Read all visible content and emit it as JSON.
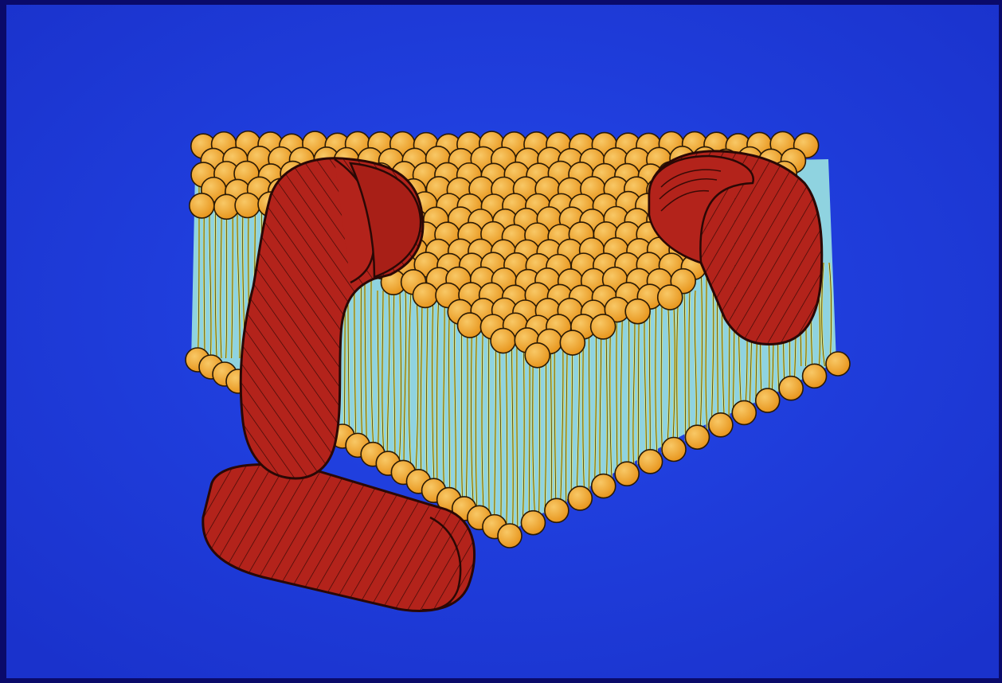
{
  "diagram": {
    "subject": "membrane",
    "colors": {
      "frame": "#0a0a6a",
      "background": "#1f3ee0",
      "background_edge": "#1a30c8",
      "lipid_head": "#f2a52c",
      "lipid_head_highlight": "#f7c25a",
      "lipid_head_outline": "#2a1a05",
      "lipid_tail": "#e8e060",
      "tail_region": "#8fd3e0",
      "protein_fill": "#b3231b",
      "protein_shade": "#8c1a14",
      "protein_outline": "#2a0805"
    },
    "components": [
      {
        "id": "upper-leaflet",
        "kind": "lipid-head-layer"
      },
      {
        "id": "lower-leaflet",
        "kind": "lipid-head-layer"
      },
      {
        "id": "hydrophobic-core",
        "kind": "lipid-tail-region"
      },
      {
        "id": "transmembrane-protein",
        "kind": "integral-protein"
      },
      {
        "id": "peripheral-protein-bottom",
        "kind": "peripheral-protein"
      },
      {
        "id": "embedded-protein-right",
        "kind": "integral-protein"
      }
    ]
  }
}
